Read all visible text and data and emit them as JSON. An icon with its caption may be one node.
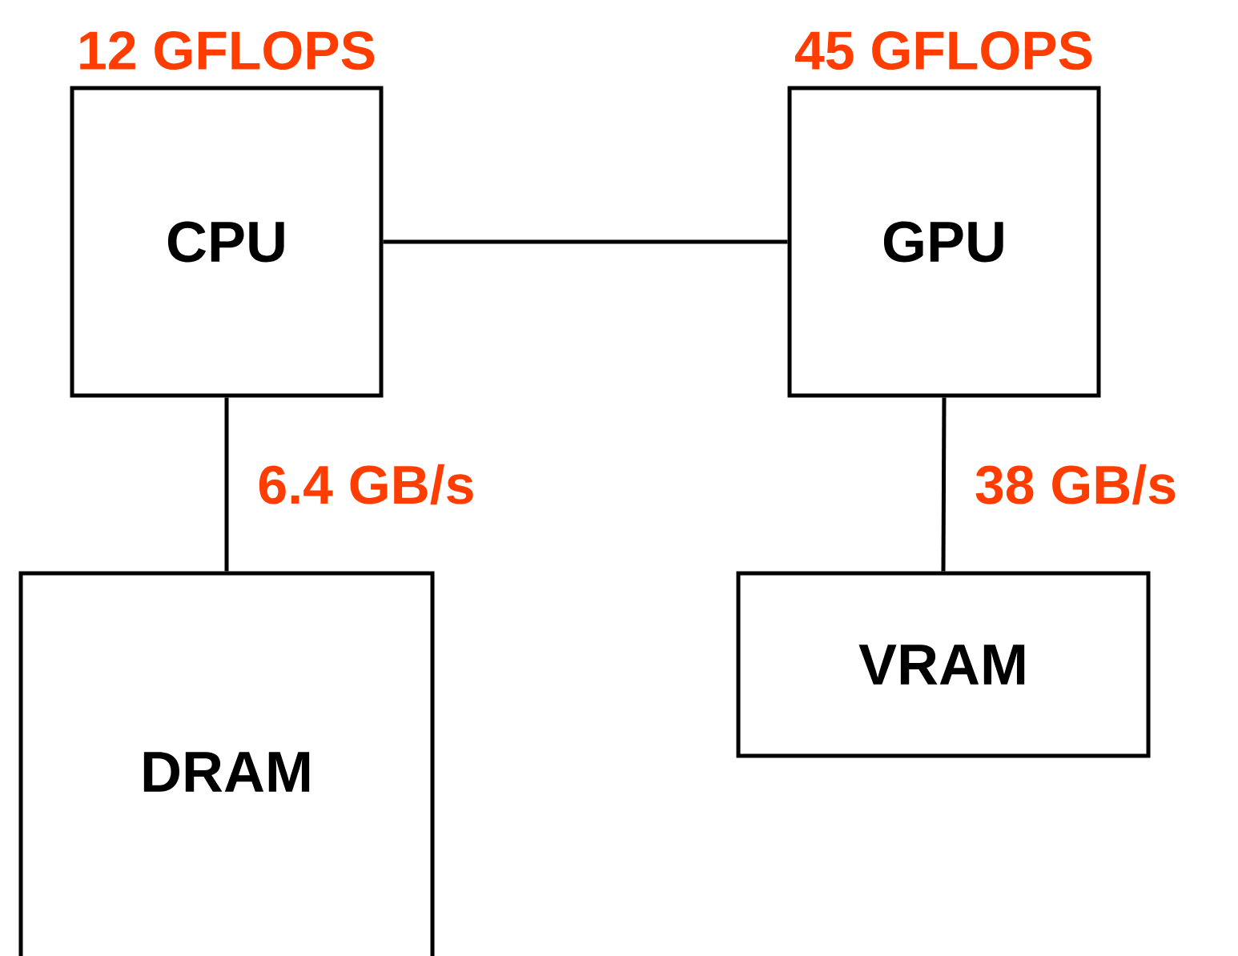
{
  "diagram": {
    "nodes": [
      {
        "text": [
          "CPU"
        ],
        "beside": [
          "12 GFLOPS"
        ]
      },
      {
        "text": [
          "GPU"
        ],
        "beside": [
          "45 GFLOPS"
        ]
      },
      {
        "text": [
          "DRAM"
        ]
      },
      {
        "text": [
          "VRAM"
        ]
      }
    ],
    "edges": [
      {
        "from": 0,
        "to": 1,
        "arrow": "none"
      },
      {
        "from": 0,
        "to": 2,
        "arrow": "none",
        "label": "6.4 GB/s"
      },
      {
        "from": 1,
        "to": 3,
        "arrow": "none",
        "label": "38 GB/s"
      }
    ]
  }
}
